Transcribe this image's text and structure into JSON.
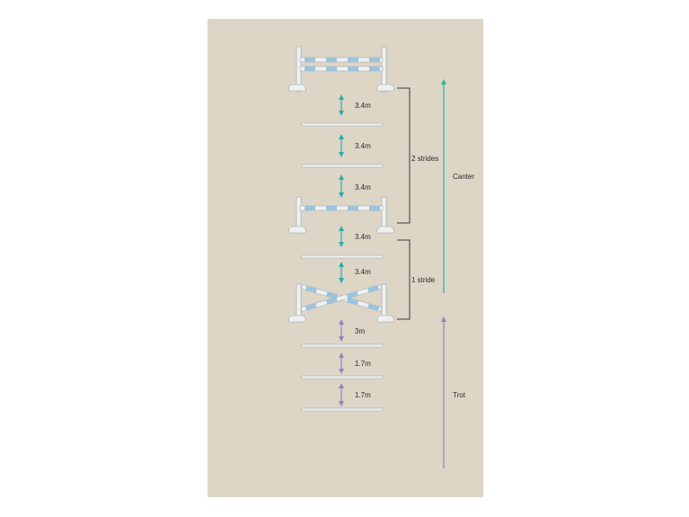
{
  "colors": {
    "background": "#ddd5c6",
    "pole": "#eef0f2",
    "pole_outline": "#9fa6ad",
    "pole_stripe": "#9cc4dc",
    "teal_arrow": "#27b2a6",
    "purple_arrow": "#8f87bf",
    "bracket": "#3a3a3a"
  },
  "distances": [
    {
      "label": "3.4m",
      "gait": "canter"
    },
    {
      "label": "3.4m",
      "gait": "canter"
    },
    {
      "label": "3.4m",
      "gait": "canter"
    },
    {
      "label": "3.4m",
      "gait": "canter"
    },
    {
      "label": "3.4m",
      "gait": "canter"
    },
    {
      "label": "3m",
      "gait": "trot"
    },
    {
      "label": "1.7m",
      "gait": "trot"
    },
    {
      "label": "1.7m",
      "gait": "trot"
    }
  ],
  "brackets": [
    {
      "label": "2 strides"
    },
    {
      "label": "1 stride"
    }
  ],
  "gaits": [
    {
      "label": "Canter"
    },
    {
      "label": "Trot"
    }
  ],
  "obstacles": [
    {
      "type": "oxer-upright"
    },
    {
      "type": "ground-pole"
    },
    {
      "type": "ground-pole"
    },
    {
      "type": "vertical"
    },
    {
      "type": "ground-pole"
    },
    {
      "type": "cross-rail"
    },
    {
      "type": "ground-pole"
    },
    {
      "type": "ground-pole"
    },
    {
      "type": "ground-pole"
    }
  ]
}
